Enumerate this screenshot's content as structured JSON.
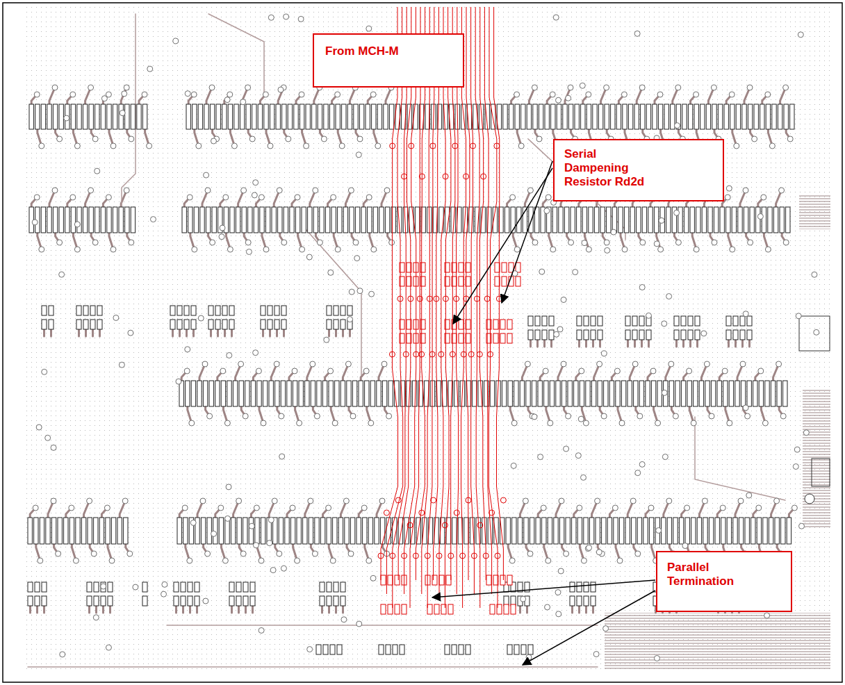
{
  "diagram": {
    "nodes": [
      {
        "text": [
          "From MCH-M"
        ]
      },
      {
        "text": [
          "Serial Dampening Resistor Rd2d"
        ]
      },
      {
        "text": [
          "Parallel Termination"
        ]
      }
    ]
  }
}
